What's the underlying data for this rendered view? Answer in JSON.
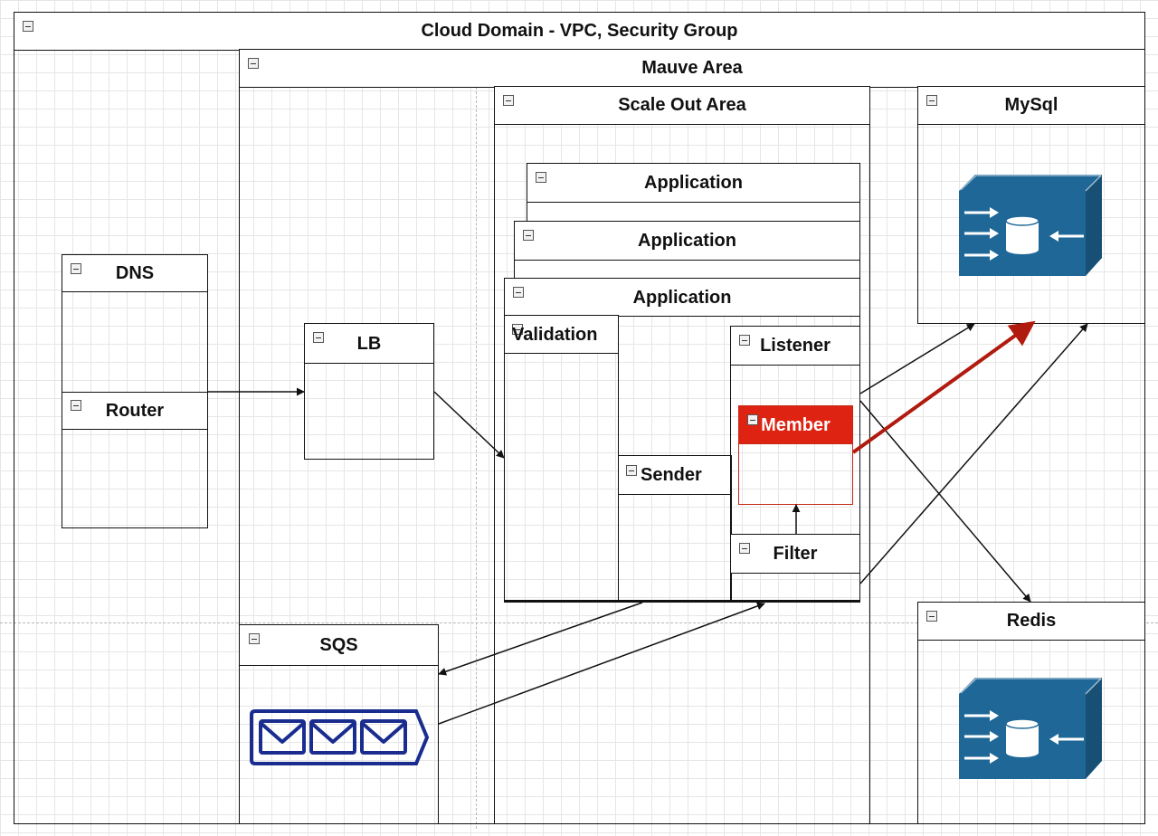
{
  "containers": [
    {
      "id": "cloud-domain",
      "title": "Cloud Domain - VPC, Security Group"
    },
    {
      "id": "mauve-area",
      "title": "Mauve Area"
    },
    {
      "id": "scale-out-area",
      "title": "Scale Out Area"
    },
    {
      "id": "mysql",
      "title": "MySql"
    },
    {
      "id": "redis",
      "title": "Redis"
    },
    {
      "id": "dns",
      "title": "DNS"
    },
    {
      "id": "router",
      "title": "Router"
    },
    {
      "id": "lb",
      "title": "LB"
    },
    {
      "id": "sqs",
      "title": "SQS"
    },
    {
      "id": "application-back",
      "title": "Application"
    },
    {
      "id": "application-middle",
      "title": "Application"
    },
    {
      "id": "application-front",
      "title": "Application"
    },
    {
      "id": "validation",
      "title": "Validation"
    },
    {
      "id": "sender",
      "title": "Sender"
    },
    {
      "id": "listener",
      "title": "Listener"
    },
    {
      "id": "filter",
      "title": "Filter"
    },
    {
      "id": "member",
      "title": "Member",
      "highlight": "#de2312"
    }
  ],
  "icons": [
    {
      "id": "mysql-database-icon",
      "name": "database-server-icon",
      "color": "#1f6797"
    },
    {
      "id": "redis-database-icon",
      "name": "database-server-icon",
      "color": "#1f6797"
    },
    {
      "id": "sqs-queue-icon",
      "name": "message-queue-icon",
      "color": "#1a2d8f"
    }
  ],
  "arrows": [
    {
      "from": "router",
      "to": "lb"
    },
    {
      "from": "lb",
      "to": "application-front"
    },
    {
      "from": "application-front",
      "to": "sqs"
    },
    {
      "from": "sqs",
      "to": "application-front"
    },
    {
      "from": "filter",
      "to": "member"
    },
    {
      "from": "member",
      "to": "mysql",
      "color": "#b11a0e",
      "emphasis": true
    },
    {
      "from": "listener",
      "to": "mysql"
    },
    {
      "from": "listener",
      "to": "redis"
    },
    {
      "from": "filter",
      "to": "mysql"
    }
  ]
}
